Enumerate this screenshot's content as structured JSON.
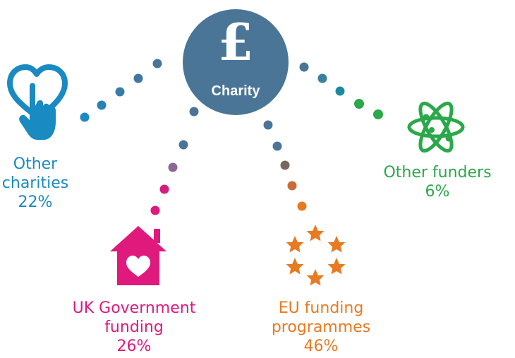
{
  "hub": {
    "label": "Charity",
    "icon": "pound-sign-icon",
    "color": "#4a7597"
  },
  "sources": [
    {
      "id": "other-charities",
      "line1": "Other",
      "line2": "charities",
      "value": "22%",
      "color": "#1a8ac2",
      "icon": "heart-hand-icon"
    },
    {
      "id": "uk-government",
      "line1": "UK Government",
      "line2": "funding",
      "value": "26%",
      "color": "#e0197d",
      "icon": "house-heart-icon"
    },
    {
      "id": "eu-funding",
      "line1": "EU funding",
      "line2": "programmes",
      "value": "46%",
      "color": "#e87a22",
      "icon": "star-circle-icon"
    },
    {
      "id": "other-funders",
      "line1": "Other funders",
      "line2": "",
      "value": "6%",
      "color": "#2aa84a",
      "icon": "atom-icon"
    }
  ]
}
